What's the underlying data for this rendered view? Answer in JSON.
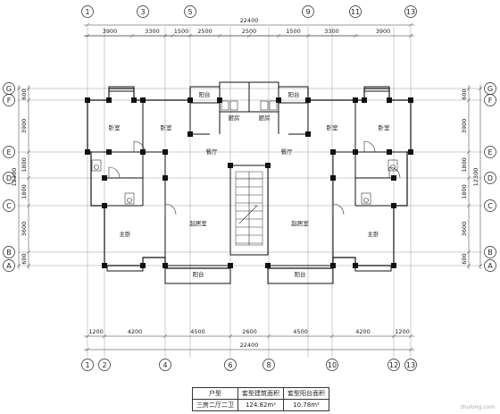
{
  "axes_top": [
    "1",
    "3",
    "5",
    "9",
    "11",
    "13"
  ],
  "axes_bottom": [
    "1",
    "2",
    "4",
    "6",
    "8",
    "10",
    "12",
    "13"
  ],
  "axes_left": [
    "G",
    "F",
    "E",
    "D",
    "C",
    "B",
    "A"
  ],
  "axes_right": [
    "G",
    "F",
    "E",
    "D",
    "C",
    "B",
    "A"
  ],
  "dims_top_total": "22400",
  "dims_top": [
    "3900",
    "3300",
    "1500",
    "2500",
    "2500",
    "1500",
    "3300",
    "3900"
  ],
  "dims_bottom": [
    "1200",
    "4200",
    "4500",
    "2600",
    "4500",
    "4200",
    "1200"
  ],
  "dims_bottom_total": "22400",
  "dims_left": [
    "600",
    "3900",
    "1800",
    "1800",
    "3600",
    "600"
  ],
  "dims_right": [
    "600",
    "3900",
    "1800",
    "1800",
    "3600",
    "600"
  ],
  "dims_side_total": "12300",
  "rooms": {
    "bed_left_1": "卧室",
    "bed_left_2": "卧室",
    "bed_right_1": "卧室",
    "bed_right_2": "卧室",
    "kitchen_left": "厨房",
    "kitchen_right": "厨房",
    "balcony_top_left": "阳台",
    "balcony_top_right": "阳台",
    "dining_left": "餐厅",
    "dining_right": "餐厅",
    "living_left": "起居室",
    "living_right": "起居室",
    "master_left": "主卧",
    "master_right": "主卧",
    "balcony_bottom_left": "阳台",
    "balcony_bottom_right": "阳台"
  },
  "table": {
    "headers": [
      "户型",
      "套型建筑面积",
      "套型阳台面积"
    ],
    "row": [
      "三房二厅二卫",
      "124.82m²",
      "10.78m²"
    ]
  },
  "watermark": "zhulong.com"
}
